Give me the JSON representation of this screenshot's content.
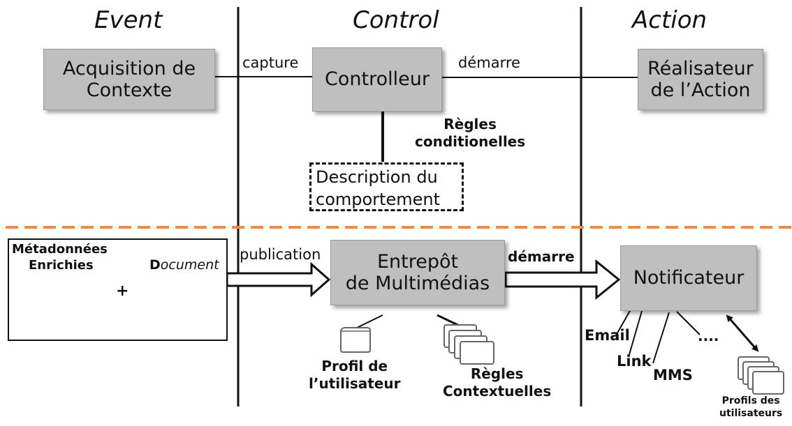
{
  "headers": {
    "event": "Event",
    "control": "Control",
    "action": "Action"
  },
  "top": {
    "acquisition": {
      "line1": "Acquisition de",
      "line2": "Contexte"
    },
    "controller": "Controlleur",
    "realisateur": {
      "line1": "Réalisateur",
      "line2": "de l’Action"
    },
    "capture": "capture",
    "demarre": "démarre",
    "regles": {
      "line1": "Règles",
      "line2": "conditionelles"
    },
    "description": {
      "line1": "Description du",
      "line2": "comportement"
    }
  },
  "bottom": {
    "metadata": {
      "line1": "Métadonnées",
      "line2": "Enrichies"
    },
    "plus": "+",
    "document": {
      "first": "D",
      "rest": "ocument"
    },
    "publication": "publication",
    "entrepot": {
      "line1": "Entrepôt",
      "line2": "de Multimédias"
    },
    "demarre": "démarre",
    "notificateur": "Notificateur",
    "profil": {
      "line1": "Profil de",
      "line2": "l’utilisateur"
    },
    "regles": {
      "line1": "Règles",
      "line2": "Contextuelles"
    },
    "email": "Email",
    "link": "Link",
    "mms": "MMS",
    "ellipsis": "....",
    "profils": {
      "line1": "Profils des",
      "line2": "utilisateurs"
    }
  },
  "colors": {
    "separator": "#f08a3c",
    "box": "#bfbfbf"
  }
}
